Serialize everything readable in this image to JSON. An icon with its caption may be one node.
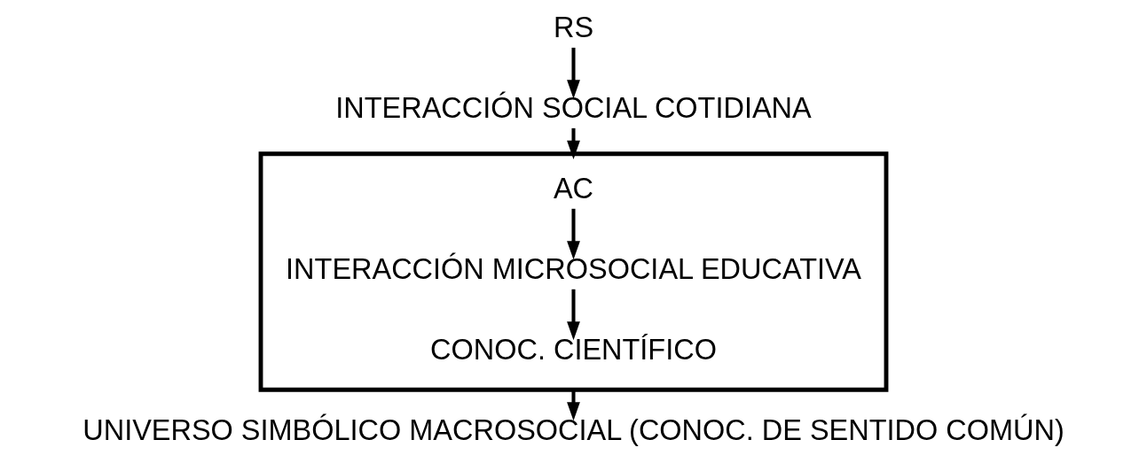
{
  "diagram": {
    "nodes": [
      {
        "text": [
          "RS"
        ]
      },
      {
        "text": [
          "INTERACCIÓN SOCIAL COTIDIANA"
        ]
      },
      {
        "text": [],
        "shape": "box"
      },
      {
        "text": [
          "AC"
        ],
        "in": 2
      },
      {
        "text": [
          "INTERACCIÓN MICROSOCIAL EDUCATIVA"
        ],
        "in": 2
      },
      {
        "text": [
          "CONOC. CIENTÍFICO"
        ],
        "in": 2
      },
      {
        "text": [
          "UNIVERSO SIMBÓLICO MACROSOCIAL (CONOC. DE SENTIDO COMÚN)"
        ]
      }
    ],
    "edges": [
      {
        "from": 0,
        "to": 1,
        "arrow": "to"
      },
      {
        "from": 1,
        "to": 2,
        "arrow": "to"
      },
      {
        "from": 3,
        "to": 4,
        "arrow": "to"
      },
      {
        "from": 4,
        "to": 5,
        "arrow": "to"
      },
      {
        "from": 2,
        "to": 6,
        "arrow": "to"
      }
    ]
  }
}
